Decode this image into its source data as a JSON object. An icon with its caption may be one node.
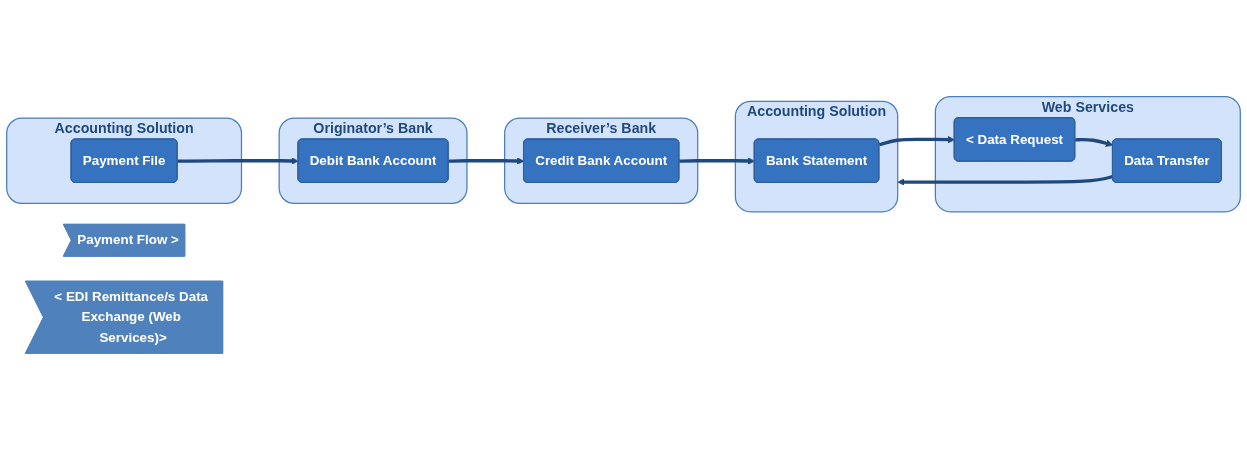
{
  "diagram": {
    "nodes": [
      {
        "text": [
          "Payment Flow >"
        ]
      },
      {
        "text": [
          "Accounting Solution"
        ]
      },
      {
        "text": [
          "Payment File"
        ],
        "in": 1
      },
      {
        "text": [
          "Originator’s Bank"
        ]
      },
      {
        "text": [
          "Debit Bank Account"
        ],
        "in": 3
      },
      {
        "text": [
          "Web Services"
        ]
      },
      {
        "text": [
          "< Data Request"
        ],
        "in": 5
      },
      {
        "text": [
          "Data Transfer"
        ],
        "in": 5
      },
      {
        "text": [
          "Receiver’s Bank"
        ]
      },
      {
        "text": [
          "Credit Bank Account"
        ],
        "in": 8
      },
      {
        "text": [
          "Accounting Solution"
        ]
      },
      {
        "text": [
          "Bank Statement"
        ],
        "in": 10
      },
      {
        "text": [
          "< EDI Remittance/s Data Exchange (Web Services)>"
        ]
      }
    ],
    "edges": [
      {
        "from": 2,
        "to": 4,
        "arrow": "to"
      },
      {
        "from": 4,
        "to": 9,
        "arrow": "to"
      },
      {
        "from": 9,
        "to": 11,
        "arrow": "to"
      },
      {
        "from": 11,
        "to": 6,
        "arrow": "to"
      },
      {
        "from": 6,
        "to": 7,
        "arrow": "to"
      },
      {
        "from": 7,
        "to": 10,
        "arrow": "to"
      }
    ]
  }
}
